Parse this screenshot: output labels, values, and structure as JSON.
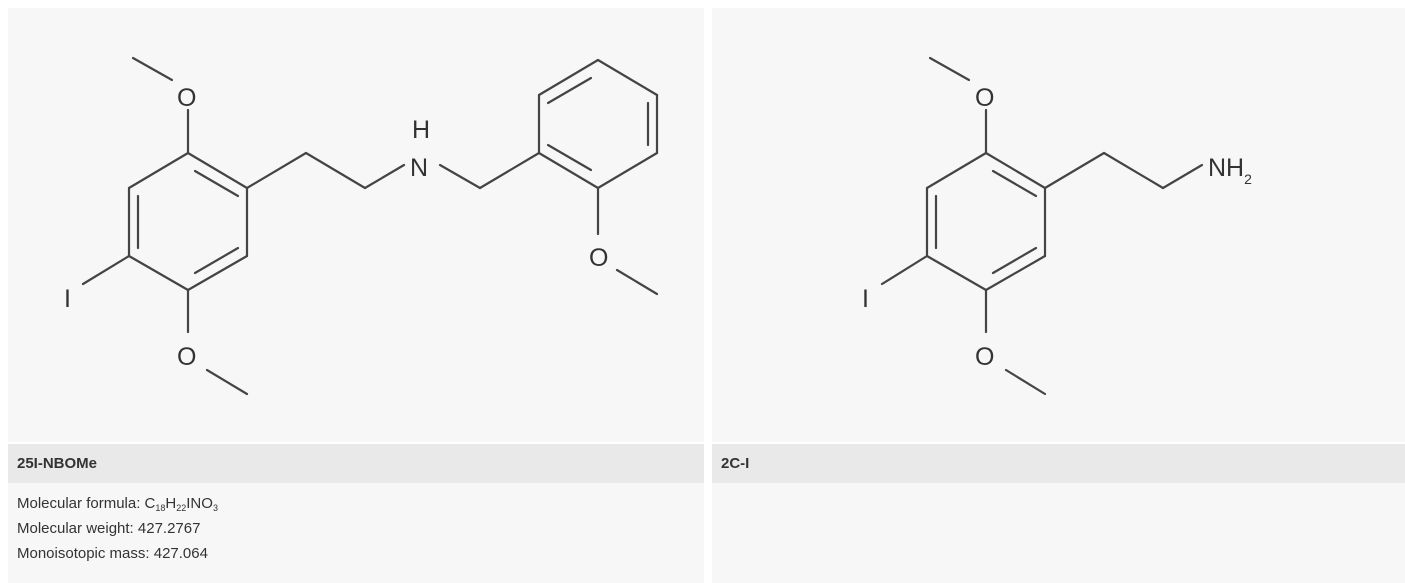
{
  "compounds": [
    {
      "name": "25I-NBOMe",
      "formula_label": "Molecular formula: ",
      "formula_parts": [
        {
          "t": "C",
          "s": "18"
        },
        {
          "t": "H",
          "s": "22"
        },
        {
          "t": "INO",
          "s": "3"
        }
      ],
      "weight_line": "Molecular weight: 427.2767",
      "mass_line": "Monoisotopic mass: 427.064",
      "atoms": {
        "o_top": "O",
        "h": "H",
        "n": "N",
        "o_right": "O",
        "i": "I",
        "o_bottom": "O"
      }
    },
    {
      "name": "2C-I",
      "atoms": {
        "o_top": "O",
        "nh2_main": "NH",
        "nh2_sub": "2",
        "i": "I",
        "o_bottom": "O"
      }
    }
  ]
}
